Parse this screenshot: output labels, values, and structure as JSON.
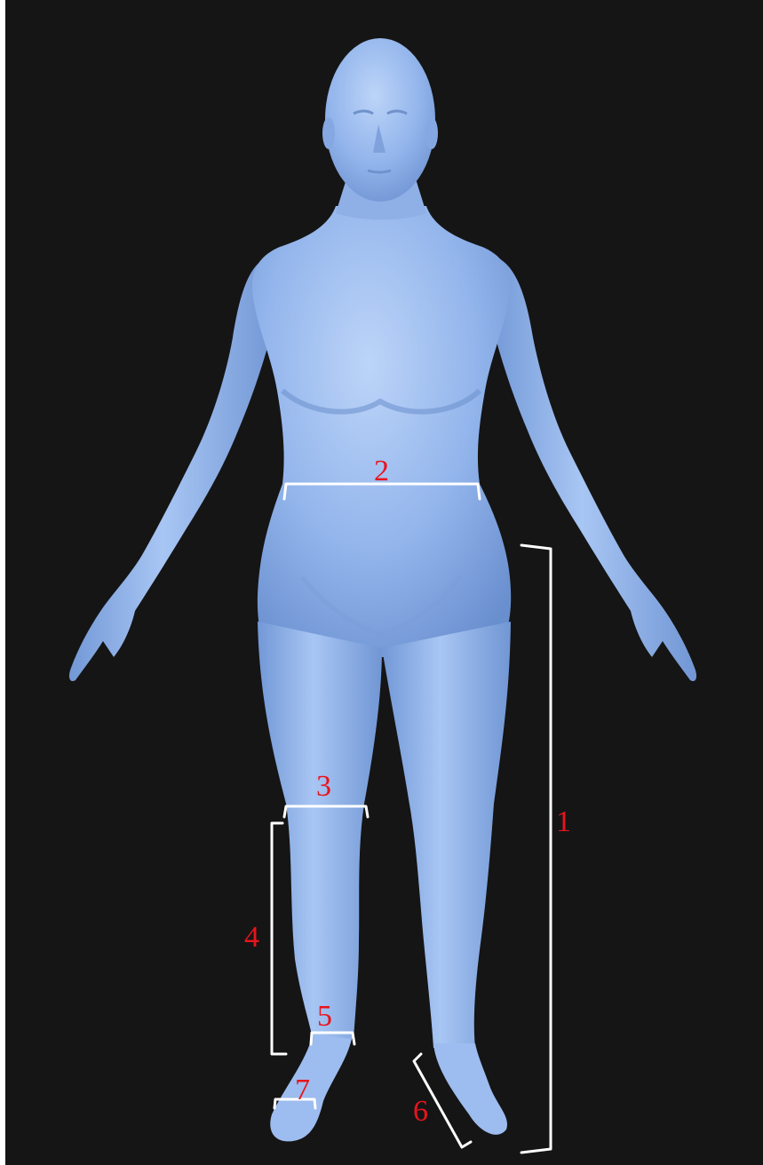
{
  "colors": {
    "background": "#151515",
    "body_fill": "#8fb3ec",
    "body_light": "#b9d2f7",
    "body_dark": "#5f86c6",
    "bracket": "#ffffff",
    "label": "#e8141c"
  },
  "measurement_labels": {
    "m1": "1",
    "m2": "2",
    "m3": "3",
    "m4": "4",
    "m5": "5",
    "m6": "6",
    "m7": "7"
  }
}
